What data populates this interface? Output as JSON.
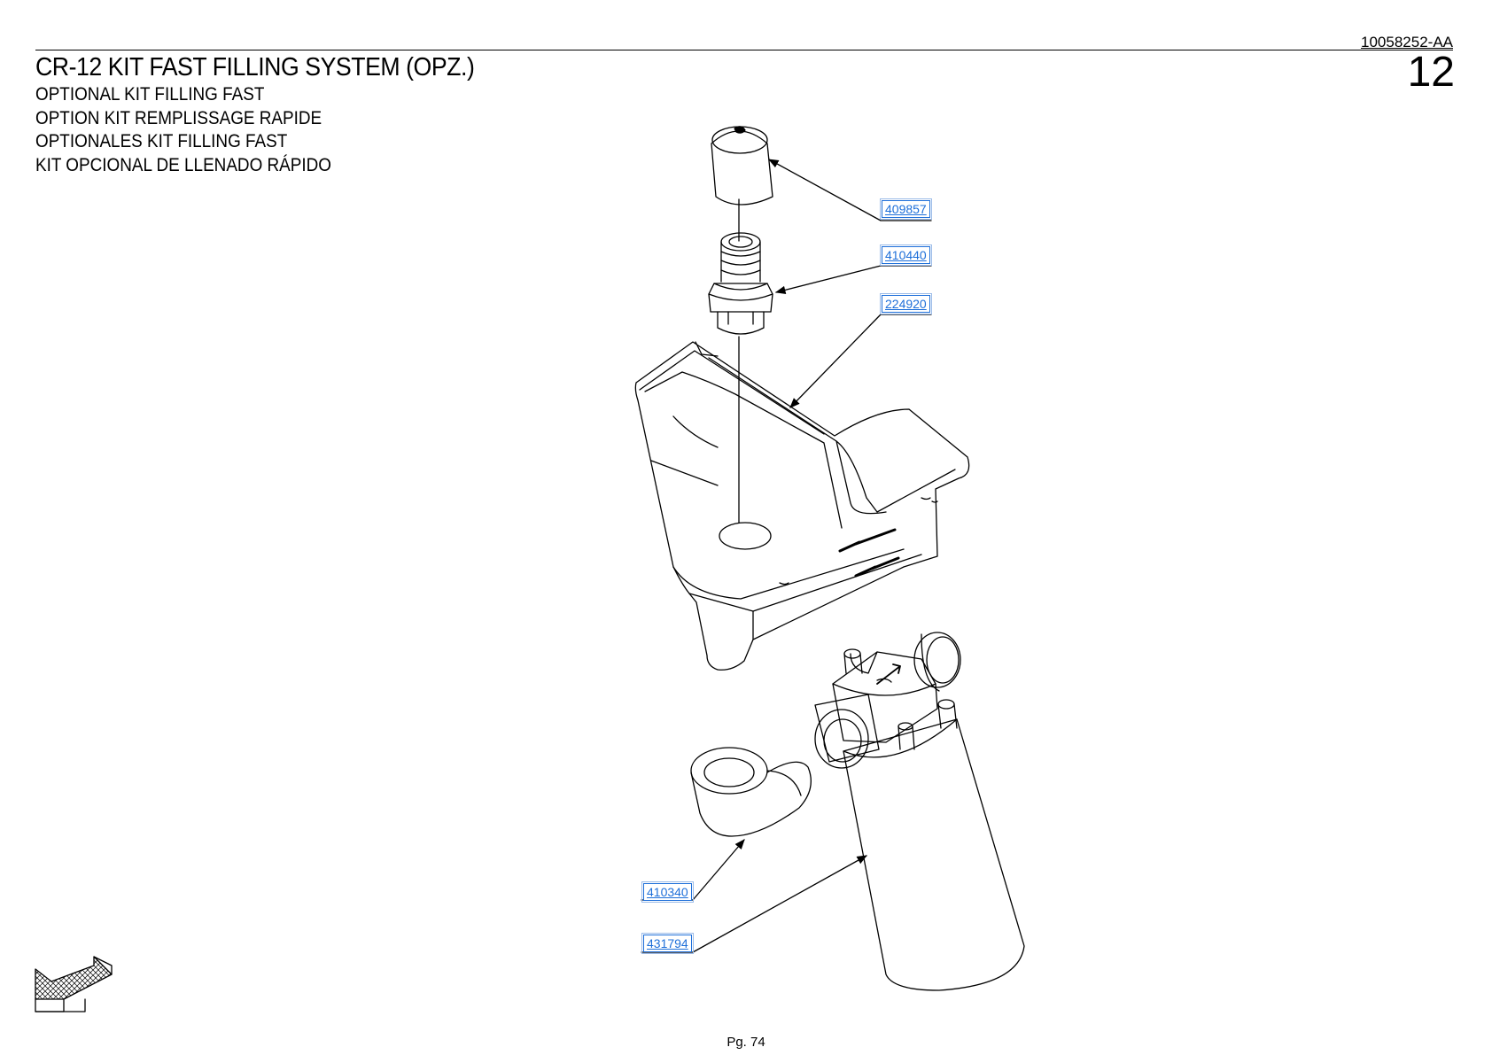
{
  "header": {
    "doc_code": "10058252-AA",
    "section_number": "12",
    "title": "CR-12 KIT FAST FILLING SYSTEM (OPZ.)",
    "subtitles": [
      "OPTIONAL KIT FILLING FAST",
      "OPTION KIT REMPLISSAGE RAPIDE",
      "OPTIONALES KIT FILLING FAST",
      "KIT OPCIONAL DE LLENADO RÁPIDO"
    ]
  },
  "callouts": [
    {
      "id": "cap",
      "label": "409857"
    },
    {
      "id": "coupling",
      "label": "410440"
    },
    {
      "id": "hopper",
      "label": "224920"
    },
    {
      "id": "elbow",
      "label": "410340"
    },
    {
      "id": "filter",
      "label": "431794"
    }
  ],
  "footer": {
    "page": "Pg. 74"
  },
  "colors": {
    "callout": "#1e6fd9",
    "line": "#000000"
  }
}
